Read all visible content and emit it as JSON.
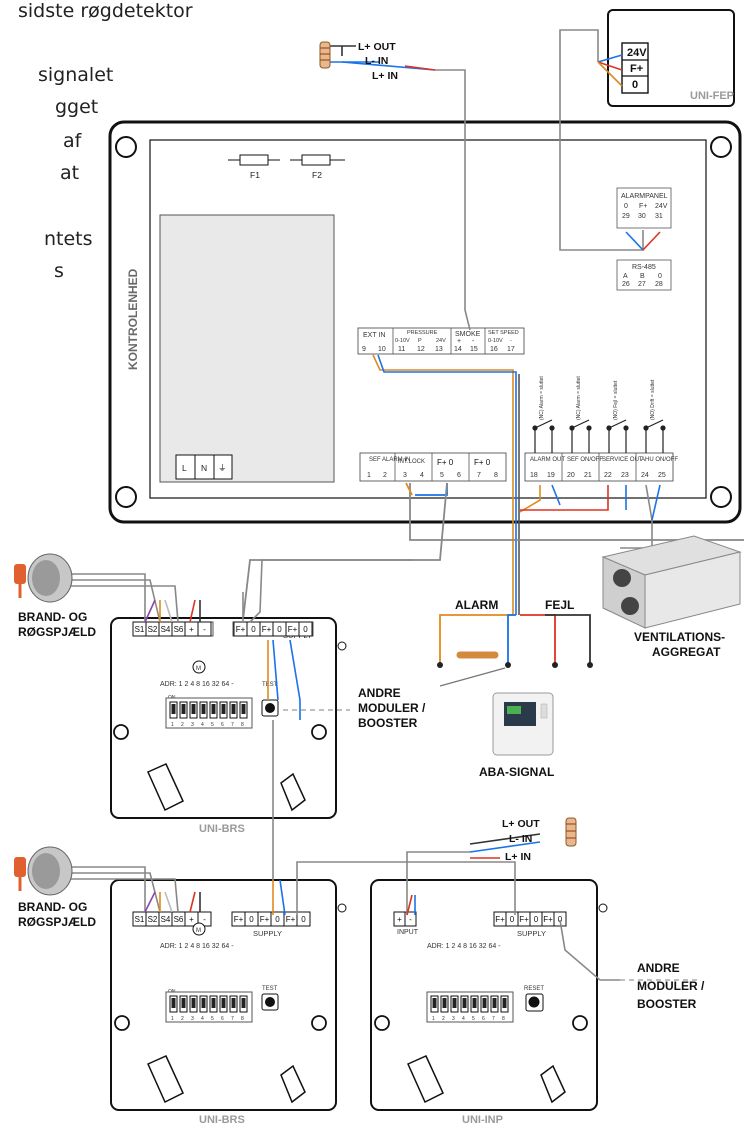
{
  "intro_lines": [
    "sidste røgdetektor",
    "signalet",
    "gget",
    "af",
    "at",
    "ntets",
    "s"
  ],
  "fep": {
    "terms": [
      "24V",
      "F+",
      "0"
    ],
    "name": "UNI-FEP"
  },
  "kontrol": {
    "name": "KONTROLENHED",
    "fuses": [
      "F1",
      "F2"
    ],
    "power_terms": [
      "L",
      "N",
      "⏚"
    ],
    "alarmpanel": {
      "title": "ALARMPANEL",
      "labels": [
        "0",
        "F+",
        "24V"
      ],
      "nums": [
        "29",
        "30",
        "31"
      ]
    },
    "rs485": {
      "title": "RS-485",
      "labels": [
        "A",
        "B",
        "0"
      ],
      "nums": [
        "26",
        "27",
        "28"
      ]
    },
    "top_block": {
      "ext_in": "EXT IN",
      "ext_nums": [
        "9",
        "10"
      ],
      "pressure": "PRESSURE",
      "pressure_sub": [
        "0-10V",
        "P",
        "24V"
      ],
      "pressure_nums": [
        "11",
        "12",
        "13"
      ],
      "smoke": "SMOKE",
      "smoke_sub": [
        "+",
        "-"
      ],
      "smoke_nums": [
        "14",
        "15"
      ],
      "set_speed": "SET SPEED",
      "speed_sub": [
        "0-10V",
        "-"
      ],
      "speed_nums": [
        "16",
        "17"
      ]
    },
    "bottom_block": [
      {
        "label": "SEF\nALARM IN",
        "nums": [
          "1",
          "2"
        ]
      },
      {
        "label": "INT.LOCK",
        "nums": [
          "3",
          "4"
        ]
      },
      {
        "label": "F+   0",
        "nums": [
          "5",
          "6"
        ]
      },
      {
        "label": "F+   0",
        "nums": [
          "7",
          "8"
        ]
      }
    ],
    "relays": [
      {
        "label": "ALARM\nOUT",
        "nums": [
          "18",
          "19"
        ],
        "note": "(NC)\nAlarm = sluttet"
      },
      {
        "label": "SEF\nON/OFF",
        "nums": [
          "20",
          "21"
        ],
        "note": "(NC)\nAlarm = sluttet"
      },
      {
        "label": "SERVICE\nOUT",
        "nums": [
          "22",
          "23"
        ],
        "note": "(NO)\nFejl = sluttet"
      },
      {
        "label": "AHU\nON/OFF",
        "nums": [
          "24",
          "25"
        ],
        "note": "(NO)\nDrift = sluttet"
      }
    ]
  },
  "resistor_top": {
    "lines": [
      "L+ OUT",
      "L- IN",
      "L+ IN"
    ]
  },
  "resistor_inp": {
    "lines": [
      "L+ OUT",
      "L- IN",
      "L+ IN"
    ]
  },
  "labels": {
    "brand1": [
      "BRAND- OG",
      "RØGSPJÆLD"
    ],
    "brand2": [
      "BRAND- OG",
      "RØGSPJÆLD"
    ],
    "alarm": "ALARM",
    "fejl": "FEJL",
    "aba": "ABA-SIGNAL",
    "ventil": [
      "VENTILATIONS-",
      "AGGREGAT"
    ],
    "andre1": [
      "ANDRE",
      "MODULER /",
      "BOOSTER"
    ],
    "andre2": [
      "ANDRE",
      "MODULER /",
      "BOOSTER"
    ]
  },
  "brs": {
    "sensor_terms": [
      "S1",
      "S2",
      "S4",
      "S6",
      "+",
      "-"
    ],
    "supply_terms": [
      "F+",
      "0",
      "F+",
      "0",
      "F+",
      "0"
    ],
    "supply": "SUPPLY",
    "motor": "M",
    "adr": "ADR:  1   2   4   8  16  32  64   -",
    "dip_on": "ON",
    "dip_nums": [
      "1",
      "2",
      "3",
      "4",
      "5",
      "6",
      "7",
      "8"
    ],
    "test": "TEST",
    "names": [
      "UNI-BRS",
      "UNI-BRS"
    ]
  },
  "inp": {
    "input_terms": [
      "+",
      "-"
    ],
    "input": "INPUT",
    "supply_terms": [
      "F+",
      "0",
      "F+",
      "0",
      "F+",
      "0"
    ],
    "supply": "SUPPLY",
    "adr": "ADR:  1   2   4   8  16  32  64   -",
    "reset": "RESET",
    "name": "UNI-INP"
  }
}
